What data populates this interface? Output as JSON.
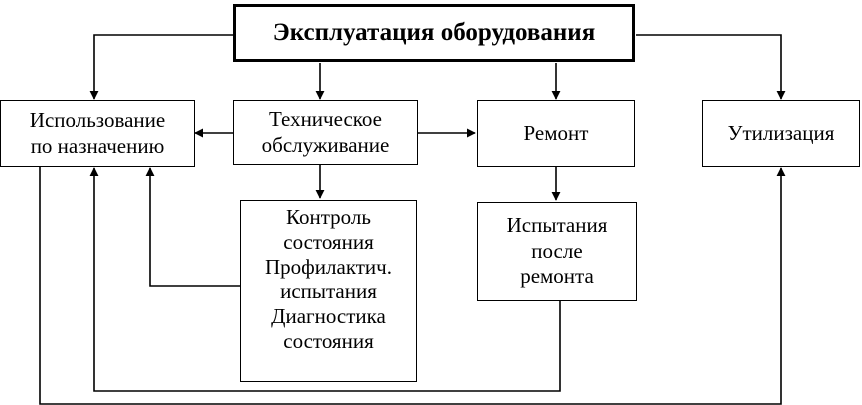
{
  "title": "Эксплуатация оборудования",
  "nodes": {
    "use": {
      "line1": "Использование",
      "line2": "по назначению"
    },
    "maintenance": {
      "line1": "Техническое",
      "line2": "обслуживание"
    },
    "repair": {
      "label": "Ремонт"
    },
    "disposal": {
      "label": "Утилизация"
    },
    "checks": {
      "items": [
        "Контроль",
        "состояния",
        "Профилактич.",
        "испытания",
        "Диагностика",
        "состояния"
      ]
    },
    "tests": {
      "items": [
        "Испытания",
        "после",
        "ремонта"
      ]
    }
  }
}
